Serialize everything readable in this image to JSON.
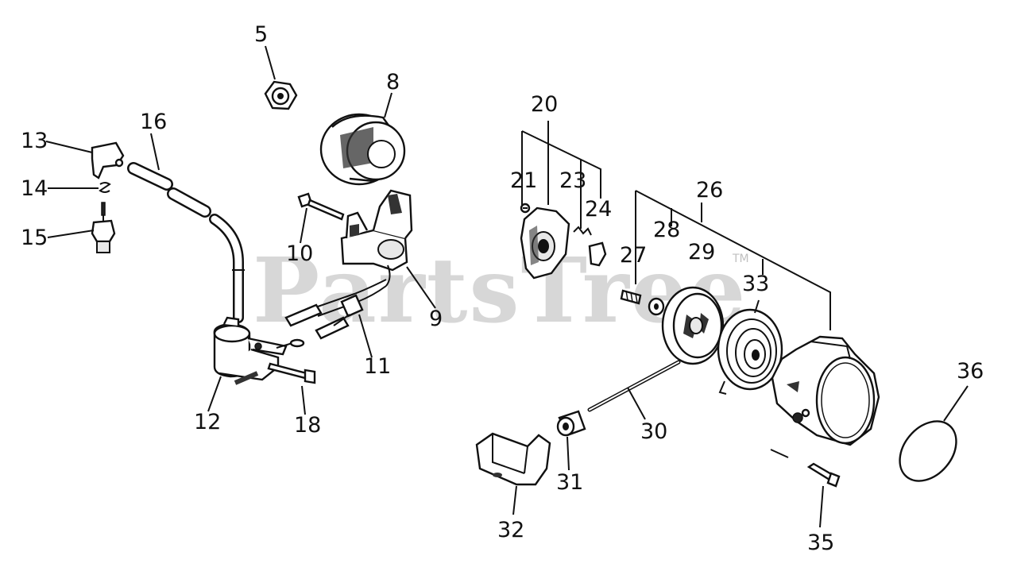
{
  "watermark": {
    "text": "PartsTree",
    "trademark": "TM"
  },
  "callouts": {
    "c5": "5",
    "c8": "8",
    "c9": "9",
    "c10": "10",
    "c11": "11",
    "c12": "12",
    "c13": "13",
    "c14": "14",
    "c15": "15",
    "c16": "16",
    "c18": "18",
    "c20": "20",
    "c21": "21",
    "c23": "23",
    "c24": "24",
    "c26": "26",
    "c27": "27",
    "c28": "28",
    "c29": "29",
    "c30": "30",
    "c31": "31",
    "c32": "32",
    "c33": "33",
    "c35": "35",
    "c36": "36"
  }
}
